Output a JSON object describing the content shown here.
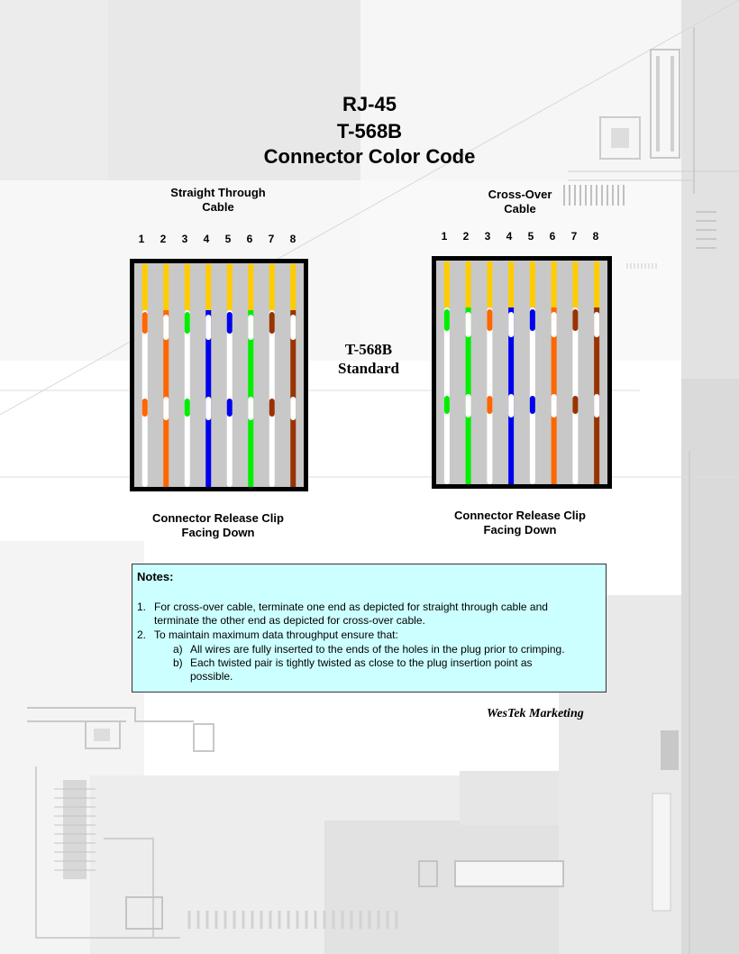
{
  "title": {
    "line1": "RJ-45",
    "line2": "T-568B",
    "line3": "Connector Color Code"
  },
  "standard_label": {
    "line1": "T-568B",
    "line2": "Standard"
  },
  "pin_numbers": [
    "1",
    "2",
    "3",
    "4",
    "5",
    "6",
    "7",
    "8"
  ],
  "colors": {
    "orange": "#ff6600",
    "green": "#00ee00",
    "blue": "#0000ee",
    "brown": "#993300",
    "yellow": "#ffcc00",
    "white": "#ffffff",
    "gray": "#c8c8c8",
    "notes_bg": "#ccffff"
  },
  "connectors": [
    {
      "caption_line1": "Straight Through",
      "caption_line2": "Cable",
      "footer_line1": "Connector Release Clip",
      "footer_line2": "Facing Down",
      "wires": [
        {
          "pin": 1,
          "name": "White/Orange",
          "color": "orange",
          "striped": true
        },
        {
          "pin": 2,
          "name": "Orange",
          "color": "orange",
          "striped": false
        },
        {
          "pin": 3,
          "name": "White/Green",
          "color": "green",
          "striped": true
        },
        {
          "pin": 4,
          "name": "Blue",
          "color": "blue",
          "striped": false
        },
        {
          "pin": 5,
          "name": "White/Blue",
          "color": "blue",
          "striped": true
        },
        {
          "pin": 6,
          "name": "Green",
          "color": "green",
          "striped": false
        },
        {
          "pin": 7,
          "name": "White/Brown",
          "color": "brown",
          "striped": true
        },
        {
          "pin": 8,
          "name": "Brown",
          "color": "brown",
          "striped": false
        }
      ]
    },
    {
      "caption_line1": "Cross-Over",
      "caption_line2": "Cable",
      "footer_line1": "Connector Release Clip",
      "footer_line2": "Facing Down",
      "wires": [
        {
          "pin": 1,
          "name": "White/Green",
          "color": "green",
          "striped": true
        },
        {
          "pin": 2,
          "name": "Green",
          "color": "green",
          "striped": false
        },
        {
          "pin": 3,
          "name": "White/Orange",
          "color": "orange",
          "striped": true
        },
        {
          "pin": 4,
          "name": "Blue",
          "color": "blue",
          "striped": false
        },
        {
          "pin": 5,
          "name": "White/Blue",
          "color": "blue",
          "striped": true
        },
        {
          "pin": 6,
          "name": "Orange",
          "color": "orange",
          "striped": false
        },
        {
          "pin": 7,
          "name": "White/Brown",
          "color": "brown",
          "striped": true
        },
        {
          "pin": 8,
          "name": "Brown",
          "color": "brown",
          "striped": false
        }
      ]
    }
  ],
  "notes": {
    "heading": "Notes:",
    "item1_num": "1.",
    "item1_line1": "For cross-over cable, terminate one end as depicted for straight through cable and",
    "item1_line2": "terminate the other end as depicted for cross-over cable.",
    "item2_num": "2.",
    "item2_line1": "To maintain maximum data throughput ensure that:",
    "item2a_letter": "a)",
    "item2a_text": "All wires are fully inserted to the ends of the holes in the plug prior to crimping.",
    "item2b_letter": "b)",
    "item2b_line1": "Each twisted pair is tightly twisted as close to the plug insertion point as",
    "item2b_line2": "possible."
  },
  "brand": "WesTek Marketing"
}
